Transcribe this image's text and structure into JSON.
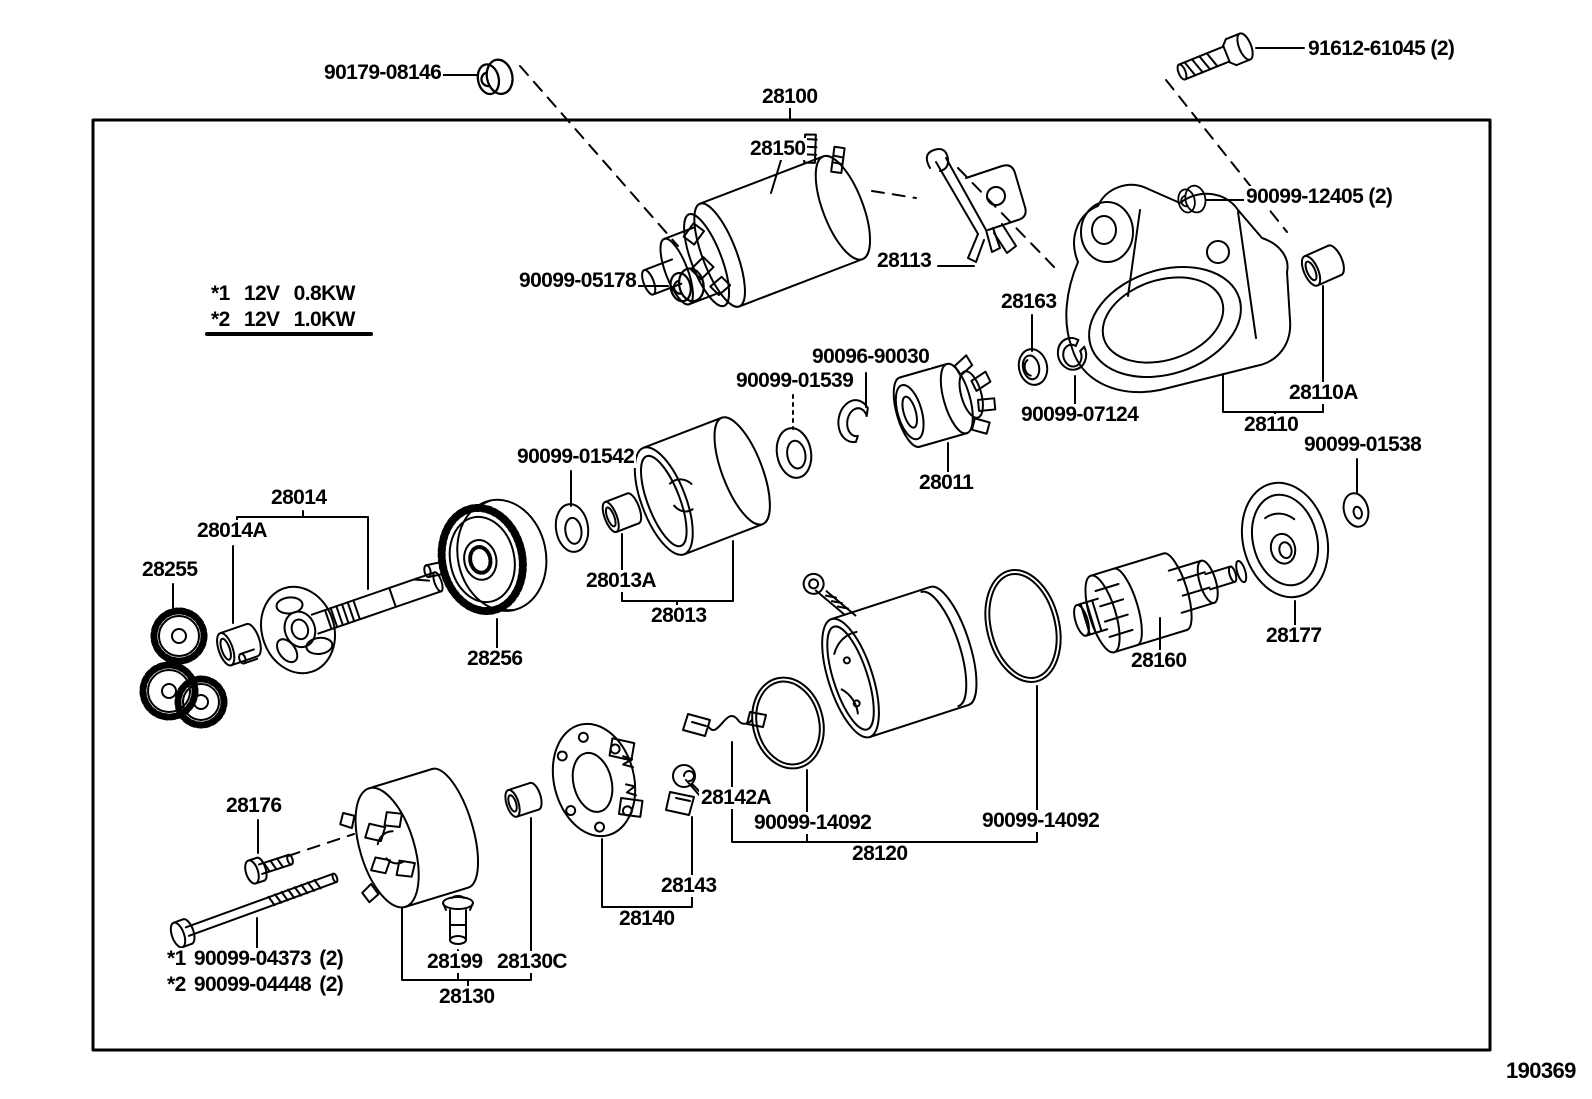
{
  "figure": {
    "figure_number": "190369",
    "spec_notes": {
      "line1": "*1 12V 0.8KW",
      "line2": "*2 12V 1.0KW"
    },
    "fastener_notes": {
      "line1": "*1 90099-04373 (2)",
      "line2": "*2 90099-04448 (2)"
    }
  },
  "labels": {
    "nut_90179_08146": "90179-08146",
    "bolt_91612_61045": "91612-61045 (2)",
    "starter_assembly_28100": "28100",
    "magnet_switch_28150": "28150",
    "nut_90099_12405": "90099-12405 (2)",
    "drive_lever_28113": "28113",
    "lever_seal_28163": "28163",
    "nut_90099_05178": "90099-05178",
    "snap_ring_90096_90030": "90096-90030",
    "washer_90099_01539": "90099-01539",
    "snap_ring_90099_07124": "90099-07124",
    "housing_bushing_28110A": "28110A",
    "drive_housing_28110": "28110",
    "washer_90099_01538": "90099-01538",
    "starter_clutch_28011": "28011",
    "washer_90099_01542": "90099-01542",
    "output_shaft_28014": "28014",
    "shaft_bushing_28014A": "28014A",
    "planetary_gear_28255": "28255",
    "gear_bushing_28013A": "28013A",
    "internal_gear_28013": "28013",
    "center_bearing_28256": "28256",
    "end_cover_28177": "28177",
    "armature_28160": "28160",
    "bolt_28176": "28176",
    "brush_lead_28142A": "28142A",
    "o_ring_front_90099_14092": "90099-14092",
    "o_ring_rear_90099_14092": "90099-14092",
    "yoke_28120": "28120",
    "brush_28143": "28143",
    "brush_holder_28140": "28140",
    "plug_28199": "28199",
    "end_frame_bushing_28130C": "28130C",
    "commutator_end_frame_28130": "28130"
  }
}
